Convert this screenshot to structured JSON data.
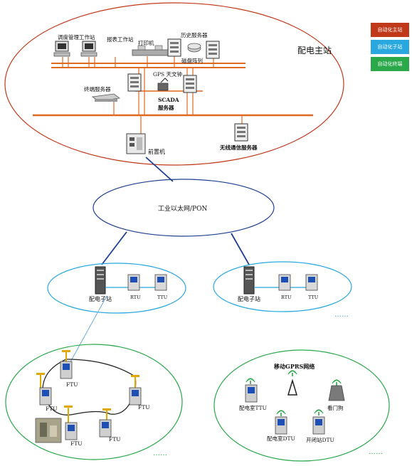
{
  "legend": [
    {
      "label": "自动化主站",
      "color": "#c0391b"
    },
    {
      "label": "自动化子站",
      "color": "#29a8e0"
    },
    {
      "label": "自动化终端",
      "color": "#2aa84a"
    }
  ],
  "master_station": {
    "title": "配电主站",
    "labels": {
      "dispatch_ws": "调度管理工作站",
      "report_ws": "报表工作站",
      "printer": "打印机",
      "history_server": "历史服务器",
      "disk_array": "磁盘阵列",
      "gps": "GPS 天文钟",
      "terminal_server": "终端服务器",
      "scada_server_1": "SCADA",
      "scada_server_2": "服务器",
      "wireless_server": "无线通信服务器",
      "front_end": "前置机"
    }
  },
  "network": {
    "label": "工业以太网/PON"
  },
  "substations": [
    {
      "station": "配电子站",
      "rtu": "RTU",
      "ttu": "TTU"
    },
    {
      "station": "配电子站",
      "rtu": "RTU",
      "ttu": "TTU"
    }
  ],
  "ellipsis": "……",
  "feeder_terminals": [
    "FTU",
    "FTU",
    "FTU",
    "FTU",
    "FTU"
  ],
  "wireless_group": {
    "title": "移动GPRS网络",
    "ttu": "配电室TTU",
    "watchdog": "看门狗",
    "dtu1": "配电室DTU",
    "dtu2": "开闭站DTU"
  }
}
